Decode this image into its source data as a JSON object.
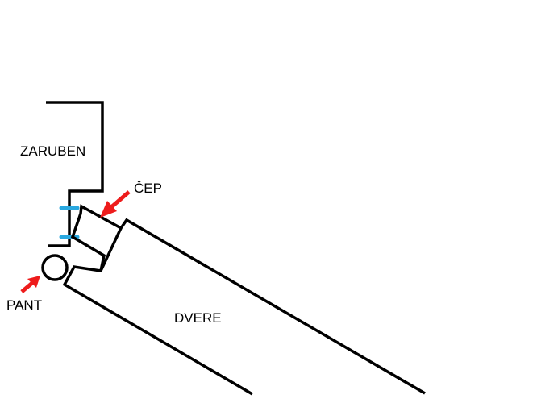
{
  "labels": {
    "frame": "ZARUBEN",
    "pin": "ČEP",
    "hinge": "PANT",
    "door": "DVERE"
  },
  "colors": {
    "line": "#000000",
    "arrow": "#ee1c1c",
    "accent": "#29a8e0",
    "background": "#ffffff"
  }
}
